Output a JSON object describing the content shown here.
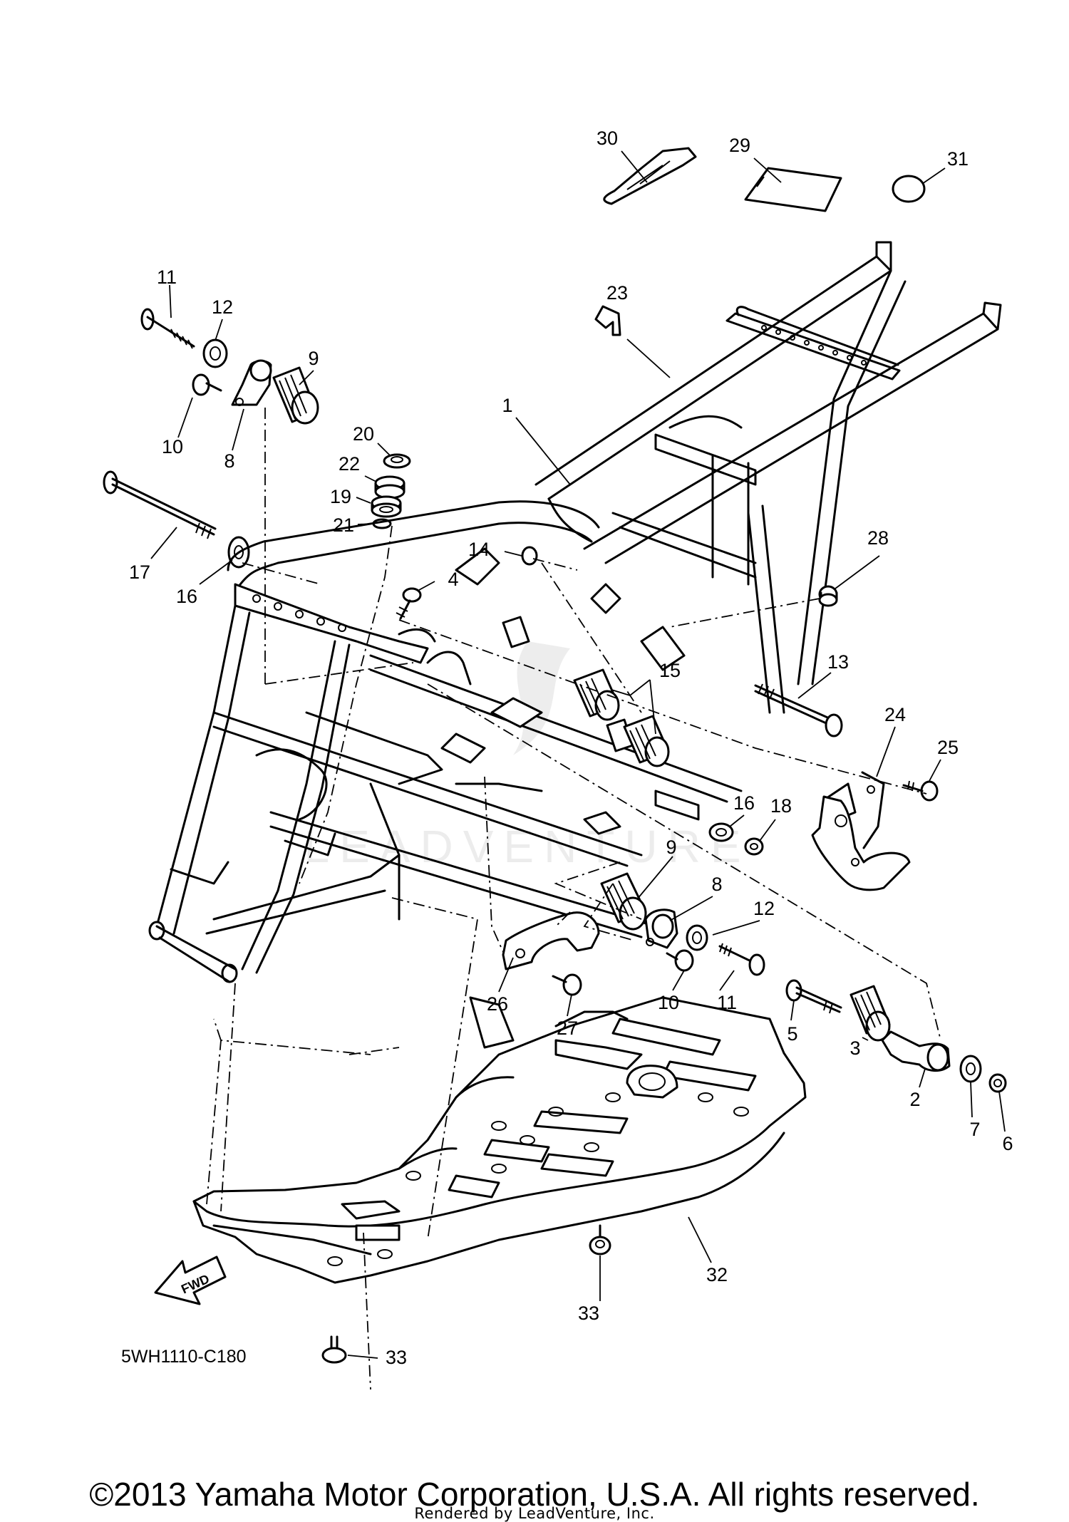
{
  "diagram": {
    "part_code": "5WH1110-C180",
    "fwd_label": "FWD",
    "watermark_text": "LEADVENTURE",
    "callouts": [
      {
        "key": "c30",
        "label": "30"
      },
      {
        "key": "c29",
        "label": "29"
      },
      {
        "key": "c31",
        "label": "31"
      },
      {
        "key": "c11a",
        "label": "11"
      },
      {
        "key": "c12a",
        "label": "12"
      },
      {
        "key": "c9a",
        "label": "9"
      },
      {
        "key": "c10a",
        "label": "10"
      },
      {
        "key": "c8a",
        "label": "8"
      },
      {
        "key": "c23",
        "label": "23"
      },
      {
        "key": "c1",
        "label": "1"
      },
      {
        "key": "c20",
        "label": "20"
      },
      {
        "key": "c22",
        "label": "22"
      },
      {
        "key": "c19",
        "label": "19"
      },
      {
        "key": "c21",
        "label": "21"
      },
      {
        "key": "c17",
        "label": "17"
      },
      {
        "key": "c16a",
        "label": "16"
      },
      {
        "key": "c14",
        "label": "14"
      },
      {
        "key": "c4",
        "label": "4"
      },
      {
        "key": "c28",
        "label": "28"
      },
      {
        "key": "c15",
        "label": "15"
      },
      {
        "key": "c13",
        "label": "13"
      },
      {
        "key": "c24",
        "label": "24"
      },
      {
        "key": "c25",
        "label": "25"
      },
      {
        "key": "c16b",
        "label": "16"
      },
      {
        "key": "c18",
        "label": "18"
      },
      {
        "key": "c9b",
        "label": "9"
      },
      {
        "key": "c8b",
        "label": "8"
      },
      {
        "key": "c12b",
        "label": "12"
      },
      {
        "key": "c26",
        "label": "26"
      },
      {
        "key": "c27",
        "label": "27"
      },
      {
        "key": "c10b",
        "label": "10"
      },
      {
        "key": "c11b",
        "label": "11"
      },
      {
        "key": "c5",
        "label": "5"
      },
      {
        "key": "c3",
        "label": "3"
      },
      {
        "key": "c2",
        "label": "2"
      },
      {
        "key": "c7",
        "label": "7"
      },
      {
        "key": "c6",
        "label": "6"
      },
      {
        "key": "c32",
        "label": "32"
      },
      {
        "key": "c33a",
        "label": "33"
      },
      {
        "key": "c33b",
        "label": "33"
      }
    ]
  },
  "footer": {
    "copyright": "©2013 Yamaha Motor Corporation, U.S.A. All rights reserved.",
    "rendered_by": "Rendered by LeadVenture, Inc."
  }
}
